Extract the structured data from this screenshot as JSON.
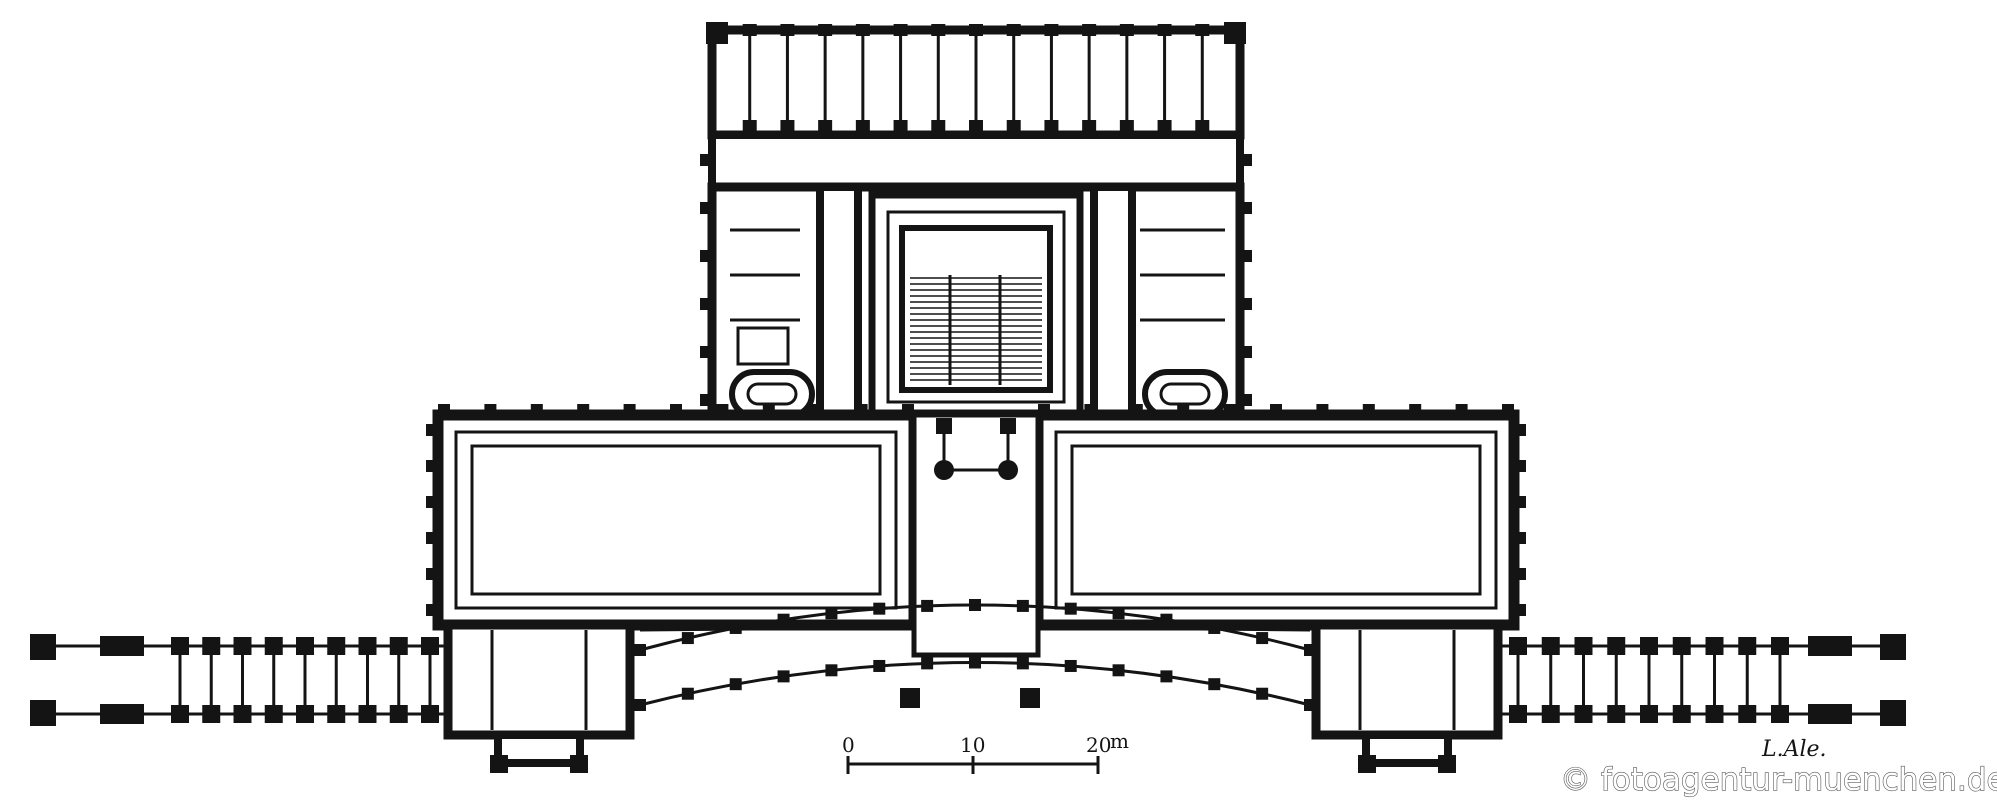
{
  "scale_bar": {
    "labels": [
      "0",
      "10",
      "20"
    ],
    "unit": "m"
  },
  "signature": "L.Ale.",
  "watermark": "© fotoagentur-muenchen.de",
  "colors": {
    "ink": "#141414",
    "paper": "#ffffff"
  }
}
